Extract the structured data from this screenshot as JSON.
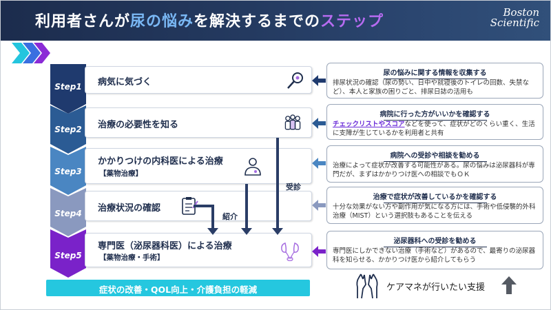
{
  "header": {
    "title_prefix": "利用者さんが",
    "title_hl1": "尿の悩み",
    "title_mid": "を解決するまでの",
    "title_hl2": "ステップ",
    "logo_line1": "Boston",
    "logo_line2": "Scientific"
  },
  "steps": [
    {
      "label": "Step1",
      "title": "病気に気づく",
      "sub": "",
      "icon": "magnifier-icon"
    },
    {
      "label": "Step2",
      "title": "治療の必要性を知る",
      "sub": "",
      "icon": "people-icon"
    },
    {
      "label": "Step3",
      "title": "かかりつけの内科医による治療",
      "sub": "【薬物治療】",
      "icon": "doctor-icon"
    },
    {
      "label": "Step4",
      "title": "治療状況の確認",
      "sub": "",
      "icon": "clipboard-icon"
    },
    {
      "label": "Step5",
      "title": "専門医（泌尿器科医）による治療",
      "sub": "【薬物治療・手術】",
      "icon": "kidney-icon"
    }
  ],
  "flow_labels": {
    "jushin": "受診",
    "shokai": "紹介"
  },
  "info_boxes": [
    {
      "title": "尿の悩みに関する情報を収集する",
      "body": "排尿状況の確認（尿の勢い、日中や就寝後のトイレの回数、失禁など）、本人と家族の困りごと、排尿日誌の活用も"
    },
    {
      "title": "病院に行った方がいいかを確認する",
      "body_hl": "チェックリストやスコア",
      "body": "などを使って、症状がどのくらい重く、生活に支障が生じているかを利用者と共有"
    },
    {
      "title": "病院への受診や相談を勧める",
      "body": "治療によって症状が改善する可能性がある。尿の悩みは泌尿器科が専門だが、まずはかかりつけ医への相談でもＯＫ"
    },
    {
      "title": "治療で症状が改善しているかを確認する",
      "body": "十分な効果がない方や副作用が気になる方には、手術や低侵襲的外科治療（MIST）という選択肢もあることを伝える"
    },
    {
      "title": "泌尿器科への受診を勧める",
      "body": "専門医にしかできない治療（手術など）があるので、最寄りの泌尿器科を知らせる、かかりつけ医から紹介してもらう"
    }
  ],
  "footer": {
    "goal": "症状の改善・QOL向上・介護負担の軽減",
    "care_manager": "ケアマネが行いたい支援"
  },
  "colors": {
    "header_bg": "#1c2c4d",
    "step_blue": "#1f3a6e",
    "step_purple": "#7a22c9",
    "goal_cyan": "#25c7df",
    "arrow_navy": "#2a3d66"
  }
}
